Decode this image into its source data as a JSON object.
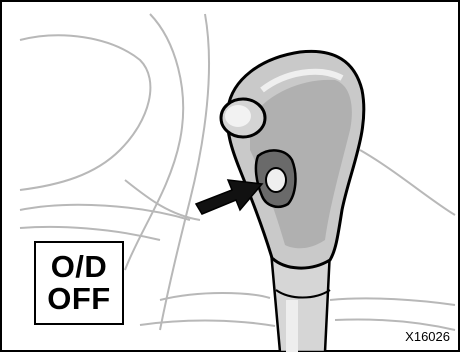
{
  "indicator": {
    "line1": "O/D",
    "line2": "OFF"
  },
  "figure_code": "X16026",
  "colors": {
    "knob": "#c9c9c9",
    "knob_shadow": "#9a9a9a",
    "knob_dark": "#4a4a4a",
    "outline": "#000000",
    "interior_lines": "#b8b8b8"
  }
}
